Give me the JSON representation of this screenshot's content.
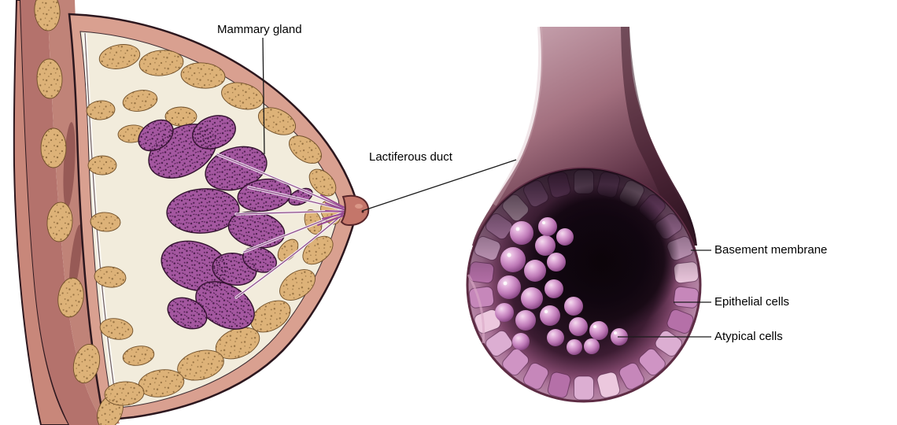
{
  "figure": {
    "labels": {
      "mammary_gland": "Mammary gland",
      "lactiferous_duct": "Lactiferous duct",
      "basement_membrane": "Basement membrane",
      "epithelial_cells": "Epithelial cells",
      "atypical_cells": "Atypical cells"
    },
    "colors": {
      "background": "#ffffff",
      "label_text": "#000000",
      "leader_line": "#1a1a1a",
      "skin_pink": "#d9a090",
      "muscle_mauve": "#b4726c",
      "fat_tissue_tan": "#ddb278",
      "mammary_gland_purple": "#a457a0",
      "duct_wall_maroon": "#5f3347",
      "duct_lumen_dark": "#120710",
      "epithelial_cell_pink": "#dcaed2",
      "atypical_cell_purple": "#bd78b6"
    }
  }
}
